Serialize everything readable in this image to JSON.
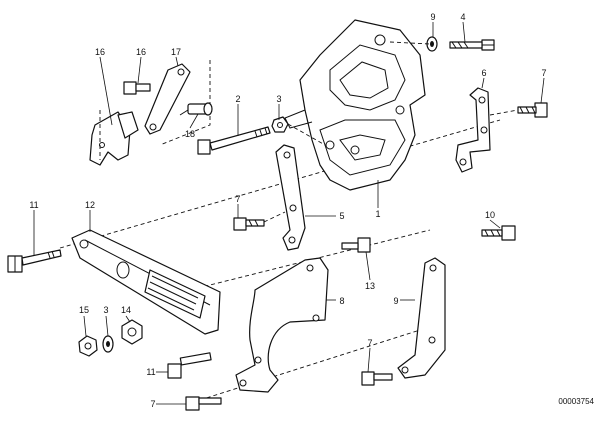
{
  "callouts": {
    "c1": "1",
    "c2": "2",
    "c3a": "3",
    "c3b": "3",
    "c4": "4",
    "c5": "5",
    "c6": "6",
    "c7a": "7",
    "c7b": "7",
    "c7c": "7",
    "c7d": "7",
    "c8": "8",
    "c9a": "9",
    "c9b": "9",
    "c10": "10",
    "c11a": "11",
    "c11b": "11",
    "c12": "12",
    "c13": "13",
    "c14": "14",
    "c15": "15",
    "c16a": "16",
    "c16b": "16",
    "c17": "17",
    "c18": "18"
  },
  "document_number": "00003754"
}
